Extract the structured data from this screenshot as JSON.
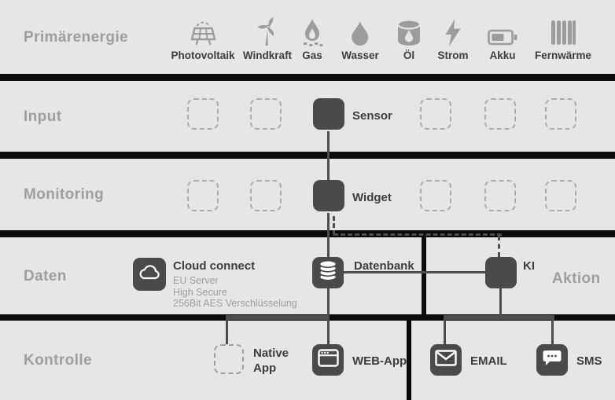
{
  "colors": {
    "background": "#e6e6e6",
    "divider_black": "#0b0b0b",
    "node_box": "#4a4a4a",
    "connector": "#4d4d4d",
    "muted_text": "#9e9e9e",
    "dark_text": "#3d3d3d",
    "icon_gray": "#9c9c9c",
    "icon_white": "#ffffff",
    "dashed_slot_border": "#ababab"
  },
  "rows": {
    "primary": {
      "label": "Primärenergie"
    },
    "input": {
      "label": "Input"
    },
    "monitoring": {
      "label": "Monitoring"
    },
    "data": {
      "label": "Daten"
    },
    "control": {
      "label": "Kontrolle"
    }
  },
  "primary_sources": [
    {
      "label": "Photovoltaik",
      "icon": "solar-panel-icon"
    },
    {
      "label": "Windkraft",
      "icon": "wind-turbine-icon"
    },
    {
      "label": "Gas",
      "icon": "gas-flame-icon"
    },
    {
      "label": "Wasser",
      "icon": "water-drop-icon"
    },
    {
      "label": "Öl",
      "icon": "oil-barrel-icon"
    },
    {
      "label": "Strom",
      "icon": "lightning-icon"
    },
    {
      "label": "Akku",
      "icon": "battery-icon"
    },
    {
      "label": "Fernwärme",
      "icon": "radiator-icon"
    }
  ],
  "nodes": {
    "sensor": {
      "label": "Sensor"
    },
    "widget": {
      "label": "Widget"
    },
    "cloud": {
      "title": "Cloud connect",
      "lines": [
        "EU Server",
        "High Secure",
        "256Bit AES Verschlüsselung"
      ]
    },
    "database": {
      "label": "Datenbank"
    },
    "ki": {
      "label": "KI"
    },
    "aktion": {
      "label": "Aktion"
    },
    "native_app": {
      "line1": "Native",
      "line2": "App"
    },
    "web_app": {
      "label": "WEB-App"
    },
    "email": {
      "label": "EMAIL"
    },
    "sms": {
      "label": "SMS"
    }
  }
}
